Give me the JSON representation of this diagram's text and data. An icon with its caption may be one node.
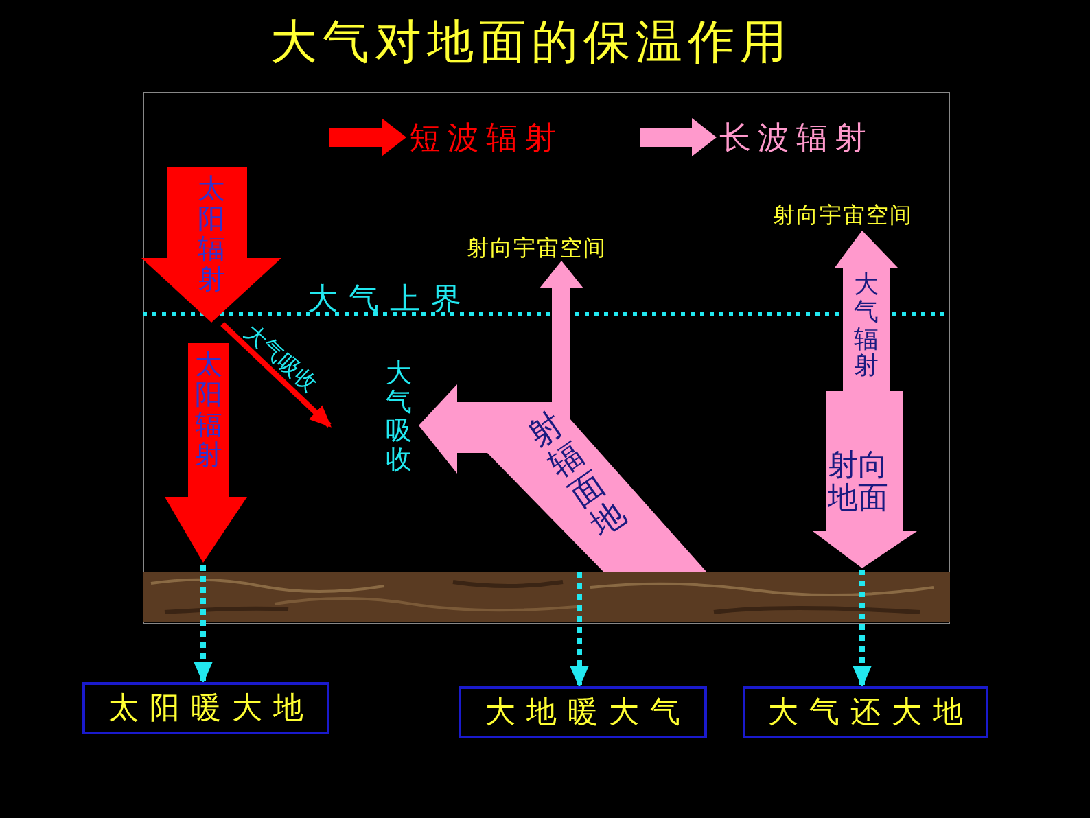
{
  "diagram": {
    "title": "大气对地面的保温作用",
    "nodes": [
      {
        "text": [
          "太阳辐射"
        ]
      },
      {
        "text": [
          "太阳辐射"
        ]
      },
      {
        "text": [
          "射辐面地"
        ],
        "beside": [
          "射向宇宙空间",
          "大气吸收"
        ]
      },
      {
        "text": [
          "大气辐射",
          "射向地面"
        ],
        "beside": [
          "射向宇宙空间"
        ]
      },
      {
        "text": [
          "太阳暖大地"
        ]
      },
      {
        "text": [
          "大地暖大气"
        ]
      },
      {
        "text": [
          "大气还大地"
        ]
      }
    ],
    "edges": [
      {
        "from": 0,
        "to": null,
        "arrow": "to",
        "label": "大气吸收",
        "color": "#ff0000"
      },
      {
        "from": 1,
        "to": 4,
        "arrow": "to",
        "style": "dashed"
      },
      {
        "from": 2,
        "to": 5,
        "arrow": "to",
        "style": "dashed"
      },
      {
        "from": 3,
        "to": 6,
        "arrow": "to",
        "style": "dashed"
      }
    ],
    "labels": [
      "大气上界"
    ],
    "legend": [
      {
        "text": "短波辐射",
        "color": "#ff0000"
      },
      {
        "text": "长波辐射",
        "color": "#ff99cc"
      }
    ]
  }
}
